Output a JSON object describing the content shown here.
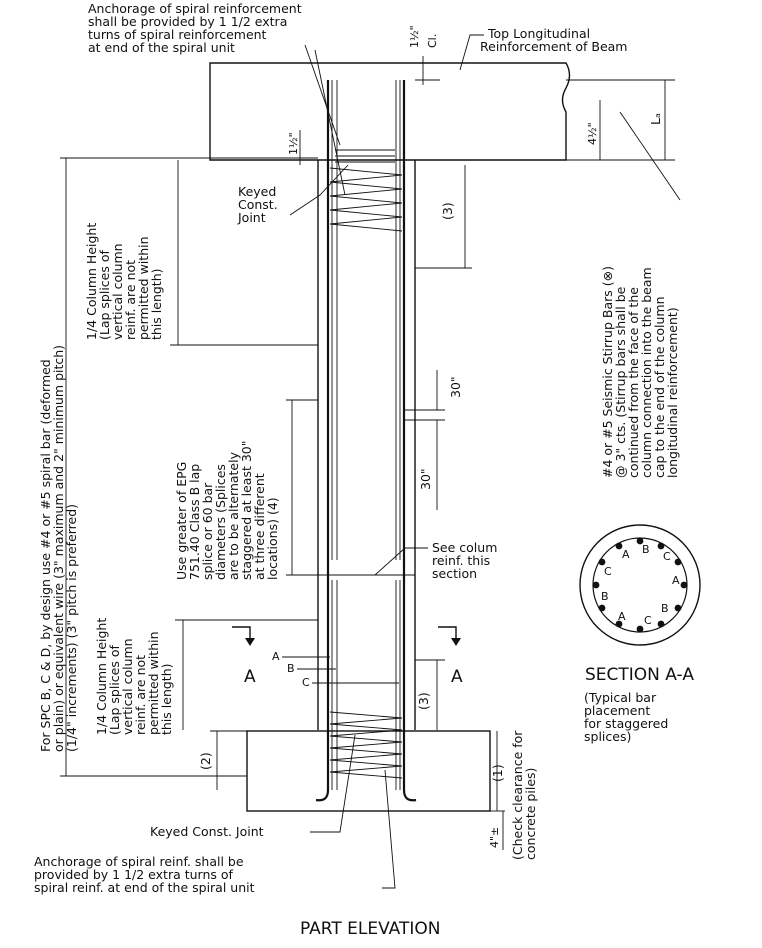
{
  "top": {
    "anchorage_note": [
      "Anchorage of spiral reinforcement",
      "shall be provided by 1 1/2 extra",
      "turns of spiral reinforcement",
      "at end of the spiral unit"
    ],
    "top_long_reinf": [
      "Top Longitudinal",
      "Reinforcement of Beam"
    ],
    "clearance_dim": "1½\"",
    "clearance_label": "Cl.",
    "dim_4_5": "4½\"",
    "lap_label": "Lₐ",
    "dim_1_5": "1½\""
  },
  "left_notes": {
    "spc_note": [
      "For SPC  B, C & D, by design use #4 or #5 spiral bar (deformed",
      "or plain) or equivalent wire (3\" maximum and 2\" minimum pitch)",
      "(1/4\" increments) (3\" pitch is preferred)"
    ],
    "upper_quarter": [
      "1/4 Column Height",
      "(Lap splices of",
      "vertical column",
      "reinf. are not",
      "permitted within",
      "this length)"
    ],
    "lower_quarter": [
      "1/4 Column Height",
      "(Lap splices of",
      "vertical column",
      "reinf. are not",
      "permitted within",
      "this length)"
    ],
    "splice_note": [
      "Use greater of EPG",
      "751.40 Class B lap",
      "splice or 60 bar",
      "diameters (Splices",
      "are to be alternately",
      "staggered at least 30\"",
      "at three different",
      "locations) (4)"
    ]
  },
  "column": {
    "keyed_joint_top": [
      "Keyed",
      "Const.",
      "Joint"
    ],
    "dim_3": "(3)",
    "dim_30_a": "30\"",
    "dim_30_b": "30\"",
    "see_column_reinf": [
      "See colum",
      "reinf. this",
      "section"
    ],
    "section_mark": "A",
    "bar_labels": [
      "A",
      "B",
      "C"
    ]
  },
  "right_notes": {
    "seismic_stirrup": [
      "#4 or #5 Seismic Stirrup Bars (⊗)",
      "@ 3\" cts. (Stirrup bars shall be",
      "continued from the face of the",
      "column connection into the beam",
      "cap to the end of the column",
      "longitudinal reinforcement)"
    ]
  },
  "bottom": {
    "dim_2": "(2)",
    "dim_1": "(1)",
    "dim_4_pm": "4\"±",
    "check_clearance": [
      "(Check clearance for",
      "concrete piles)"
    ],
    "keyed_joint_bottom": "Keyed Const. Joint",
    "anchorage_bottom": [
      "Anchorage of spiral reinf. shall be",
      "provided by 1 1/2 extra turns of",
      "spiral reinf. at end of the spiral unit"
    ],
    "title": "PART ELEVATION"
  },
  "section": {
    "title": "SECTION A-A",
    "note": [
      "(Typical bar",
      "placement",
      "for staggered",
      "splices)"
    ],
    "bar_letters": [
      "A",
      "B",
      "C",
      "A",
      "B",
      "C",
      "A",
      "B",
      "C"
    ]
  }
}
